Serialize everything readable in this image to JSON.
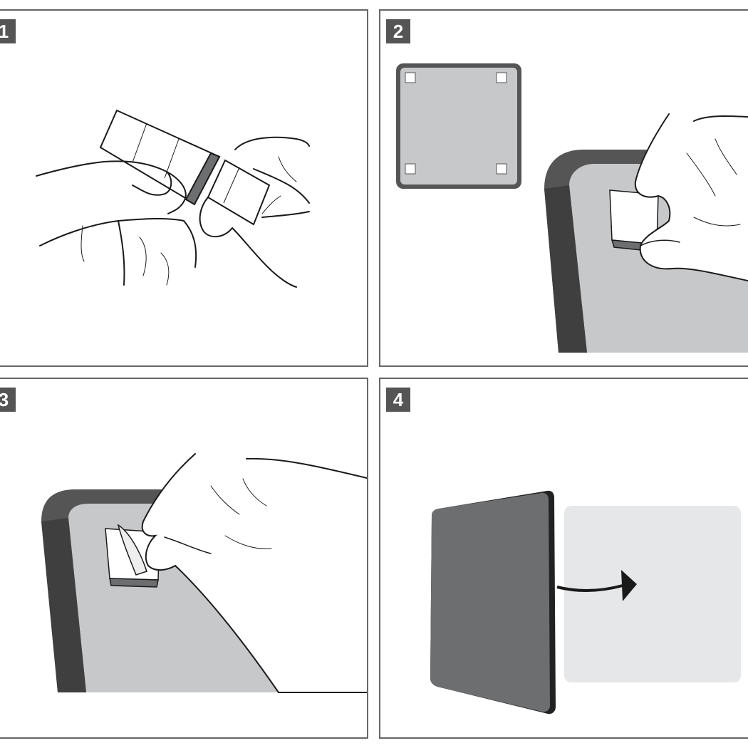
{
  "steps": [
    {
      "number": "1"
    },
    {
      "number": "2"
    },
    {
      "number": "3"
    },
    {
      "number": "4"
    }
  ],
  "colors": {
    "frame": "#666666",
    "badge": "#555555",
    "surface_grey": "#c7c8ca",
    "tile_dark": "#6d6e70",
    "wall_light": "#e6e7e8",
    "line": "#1a1a1a"
  },
  "icons": [
    "hand",
    "adhesive-pad",
    "mounting-plate",
    "arrow-right"
  ]
}
